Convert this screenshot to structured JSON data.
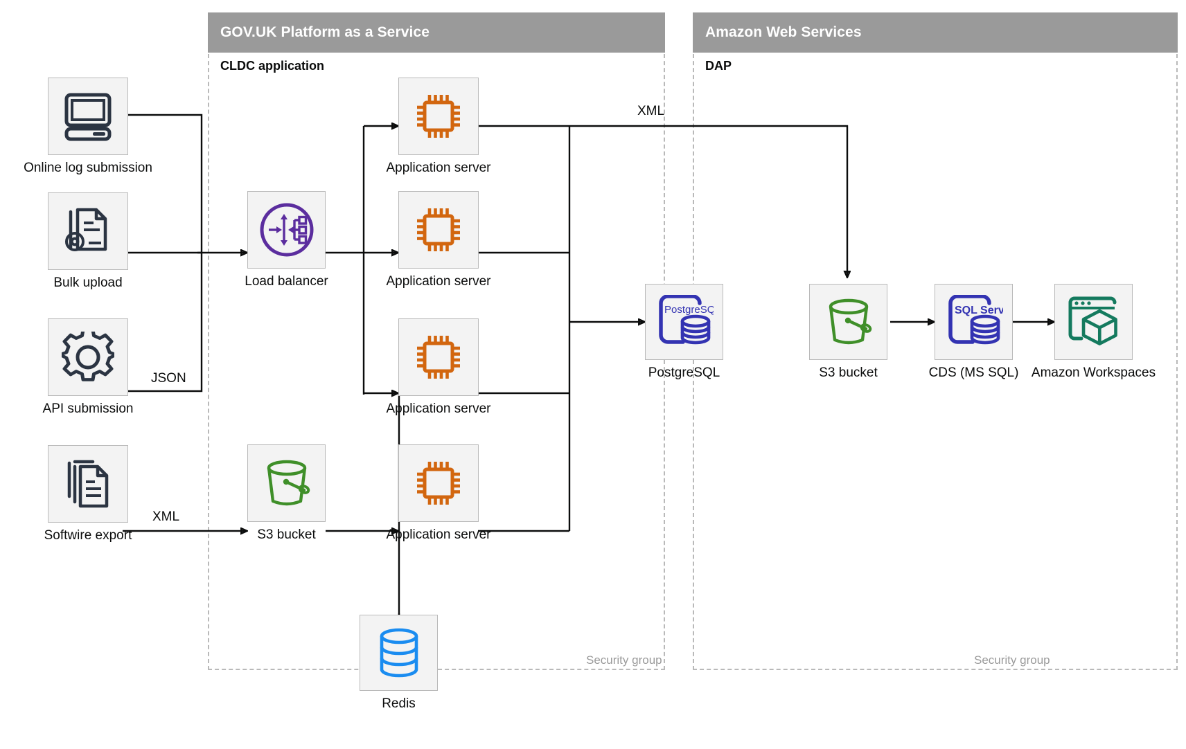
{
  "groups": [
    {
      "id": "paas",
      "title": "GOV.UK Platform as a Service",
      "subtitle": "CLDC application",
      "security_label": "Security group"
    },
    {
      "id": "aws",
      "title": "Amazon Web Services",
      "subtitle": "DAP",
      "security_label": "Security group"
    }
  ],
  "colors": {
    "band": "#9a9a9a",
    "node_fill": "#f3f3f3",
    "node_border": "#b9b9b9",
    "dashed_border": "#b9b9b9",
    "wire": "#0b0c0c",
    "dark_navy": "#2b3442",
    "orange": "#d2660f",
    "purple_lb": "#5b2d9e",
    "indigo_db": "#3333b2",
    "green_s3": "#3f8f29",
    "blue_redis": "#1a8cf0",
    "teal_workspaces": "#147a5e"
  },
  "nodes": {
    "online_log_submission": {
      "label": "Online log submission",
      "icon": "desktop-computer-icon"
    },
    "bulk_upload": {
      "label": "Bulk upload",
      "icon": "document-gear-icon"
    },
    "api_submission": {
      "label": "API submission",
      "icon": "gear-icon"
    },
    "softwire_export": {
      "label": "Softwire export",
      "icon": "document-stack-icon"
    },
    "load_balancer": {
      "label": "Load balancer",
      "icon": "load-balancer-icon"
    },
    "s3_bucket_paas": {
      "label": "S3 bucket",
      "icon": "s3-bucket-icon"
    },
    "app_server_1": {
      "label": "Application server",
      "icon": "cpu-chip-icon"
    },
    "app_server_2": {
      "label": "Application server",
      "icon": "cpu-chip-icon"
    },
    "app_server_3": {
      "label": "Application server",
      "icon": "cpu-chip-icon"
    },
    "app_server_4": {
      "label": "Application server",
      "icon": "cpu-chip-icon"
    },
    "postgresql": {
      "label": "PostgreSQL",
      "icon": "postgresql-icon",
      "icon_text": "PostgreSQL"
    },
    "redis": {
      "label": "Redis",
      "icon": "redis-cylinder-icon"
    },
    "s3_bucket_aws": {
      "label": "S3 bucket",
      "icon": "s3-bucket-icon"
    },
    "cds_ms_sql": {
      "label": "CDS (MS SQL)",
      "icon": "sql-server-icon",
      "icon_text": "SQL Server"
    },
    "amazon_workspaces": {
      "label": "Amazon Workspaces",
      "icon": "amazon-workspaces-icon"
    }
  },
  "edge_labels": {
    "json": "JSON",
    "xml_left": "XML",
    "xml_top": "XML"
  }
}
